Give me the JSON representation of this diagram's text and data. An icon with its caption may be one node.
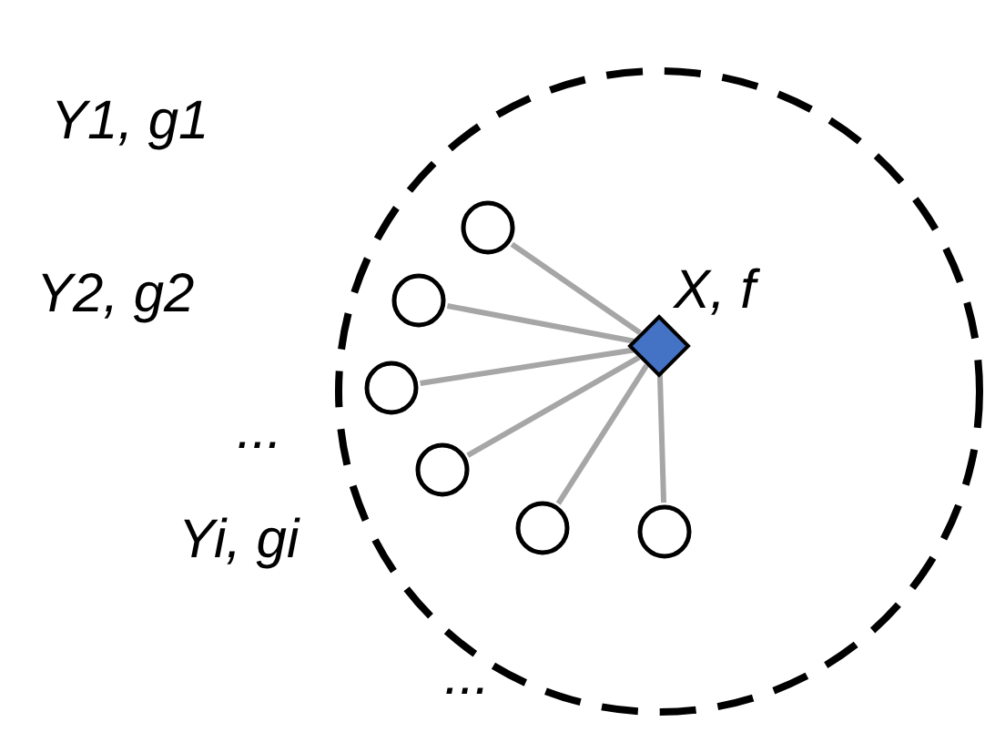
{
  "diagram": {
    "nodes": [
      {
        "text": [],
        "shape": "circle"
      },
      {
        "text": [],
        "shape": "circle",
        "in": 0
      },
      {
        "text": [],
        "shape": "circle",
        "in": 0
      },
      {
        "text": [],
        "shape": "circle",
        "in": 0
      },
      {
        "text": [],
        "shape": "circle",
        "in": 0
      },
      {
        "text": [],
        "shape": "circle",
        "in": 0
      },
      {
        "text": [],
        "shape": "circle",
        "in": 0
      },
      {
        "text": [],
        "shape": "diamond",
        "in": 0,
        "beside": [
          "X, f"
        ]
      }
    ],
    "edges": [
      {
        "from": 7,
        "to": 1,
        "arrow": "none"
      },
      {
        "from": 7,
        "to": 2,
        "arrow": "none"
      },
      {
        "from": 7,
        "to": 3,
        "arrow": "none"
      },
      {
        "from": 7,
        "to": 4,
        "arrow": "none"
      },
      {
        "from": 7,
        "to": 5,
        "arrow": "none"
      },
      {
        "from": 7,
        "to": 6,
        "arrow": "none"
      }
    ],
    "labels": [
      "Y1, g1",
      "Y2, g2",
      "...",
      "Yi, gi",
      "..."
    ]
  }
}
